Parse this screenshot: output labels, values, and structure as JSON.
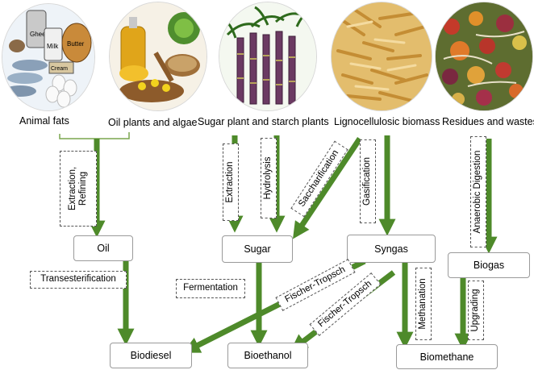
{
  "sources": [
    {
      "id": "animal",
      "label": "Animal fats",
      "icon": "animal-fats-photo-icon"
    },
    {
      "id": "oil",
      "label": "Oil plants and algae",
      "icon": "oil-plants-photo-icon"
    },
    {
      "id": "sugar",
      "label": "Sugar plant and starch plants",
      "icon": "sugarcane-photo-icon"
    },
    {
      "id": "ligno",
      "label": "Lignocellulosic biomass",
      "icon": "wood-chips-photo-icon"
    },
    {
      "id": "waste",
      "label": "Residues and wastes",
      "icon": "food-waste-photo-icon"
    }
  ],
  "photo_text": {
    "ghee": "Ghee",
    "milk": "Milk",
    "butter": "Butter",
    "cream": "Cream"
  },
  "intermediates": {
    "oil": "Oil",
    "sugar": "Sugar",
    "syngas": "Syngas",
    "biogas": "Biogas"
  },
  "products": {
    "biodiesel": "Biodiesel",
    "bioethanol": "Bioethanol",
    "biomethane": "Biomethane"
  },
  "processes": {
    "extraction_refining": "Extraction,\nRefining",
    "extraction": "Extraction",
    "hydrolysis": "Hydrolysis",
    "saccharification": "Saccharification",
    "gasification": "Gasification",
    "anaerobic_digestion": "Anaerobic Digestion",
    "transesterification": "Transesterification",
    "fermentation": "Fermentation",
    "fischer_tropsch_1": "Fischer-Tropsch",
    "fischer_tropsch_2": "Fischer-Tropsch",
    "methanation": "Methanation",
    "upgrading": "Upgrading"
  },
  "colors": {
    "arrow": "#4e8a2a",
    "box_border": "#9a9a9a",
    "dashed_border": "#555555"
  }
}
